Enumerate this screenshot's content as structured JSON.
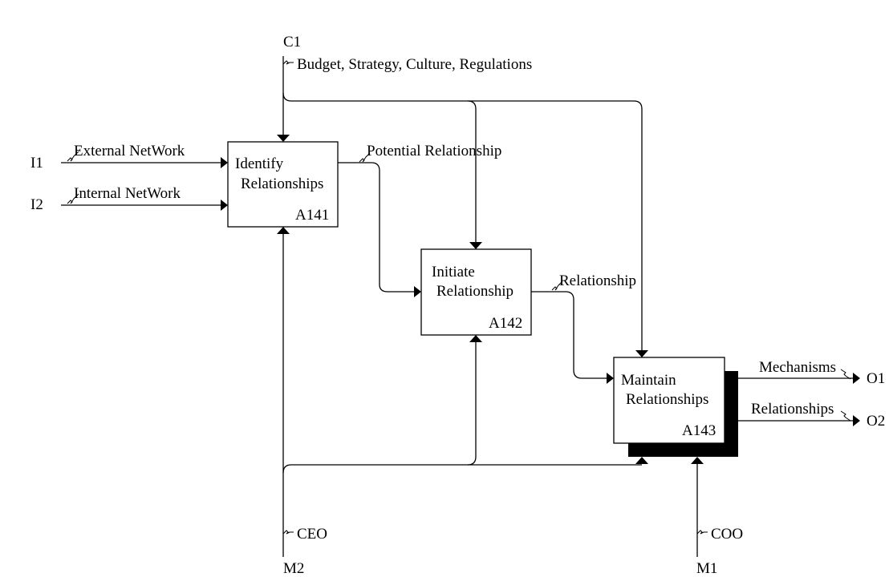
{
  "diagram": {
    "activities": [
      {
        "line1": "Identify",
        "line2": "Relationships",
        "node": "A141"
      },
      {
        "line1": "Initiate",
        "line2": "Relationship",
        "node": "A142"
      },
      {
        "line1": "Maintain",
        "line2": "Relationships",
        "node": "A143"
      }
    ],
    "controls": [
      {
        "code": "C1",
        "label": "Budget, Strategy, Culture, Regulations"
      }
    ],
    "inputs": [
      {
        "code": "I1",
        "label": "External NetWork"
      },
      {
        "code": "I2",
        "label": "Internal NetWork"
      }
    ],
    "mechanisms": [
      {
        "code": "M2",
        "label": "CEO"
      },
      {
        "code": "M1",
        "label": "COO"
      }
    ],
    "outputs": [
      {
        "code": "O1",
        "label": "Mechanisms"
      },
      {
        "code": "O2",
        "label": "Relationships"
      }
    ],
    "internal_flows": [
      {
        "label": "Potential Relationship"
      },
      {
        "label": "Relationship"
      }
    ]
  }
}
